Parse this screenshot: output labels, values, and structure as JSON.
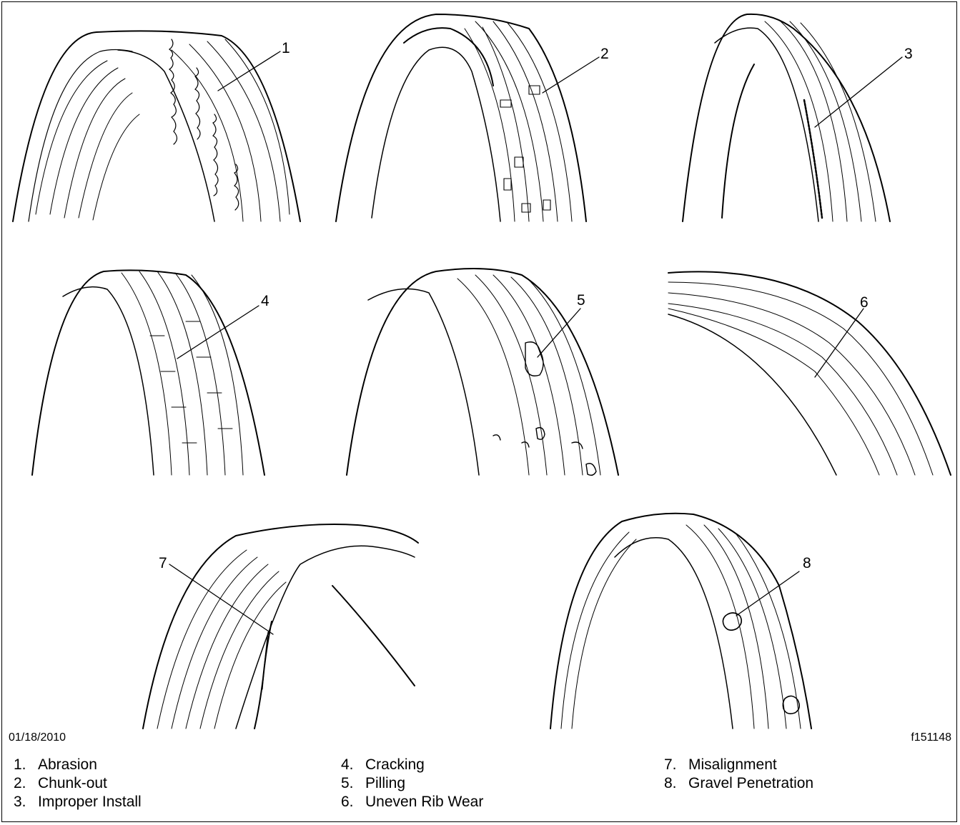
{
  "callouts": [
    "1",
    "2",
    "3",
    "4",
    "5",
    "6",
    "7",
    "8"
  ],
  "date": "01/18/2010",
  "figure_id": "f151148",
  "legend": {
    "col1": [
      {
        "num": "1.",
        "label": "Abrasion"
      },
      {
        "num": "2.",
        "label": "Chunk-out"
      },
      {
        "num": "3.",
        "label": "Improper Install"
      }
    ],
    "col2": [
      {
        "num": "4.",
        "label": "Cracking"
      },
      {
        "num": "5.",
        "label": "Pilling"
      },
      {
        "num": "6.",
        "label": "Uneven Rib Wear"
      }
    ],
    "col3": [
      {
        "num": "7.",
        "label": "Misalignment"
      },
      {
        "num": "8.",
        "label": "Gravel Penetration"
      }
    ]
  }
}
